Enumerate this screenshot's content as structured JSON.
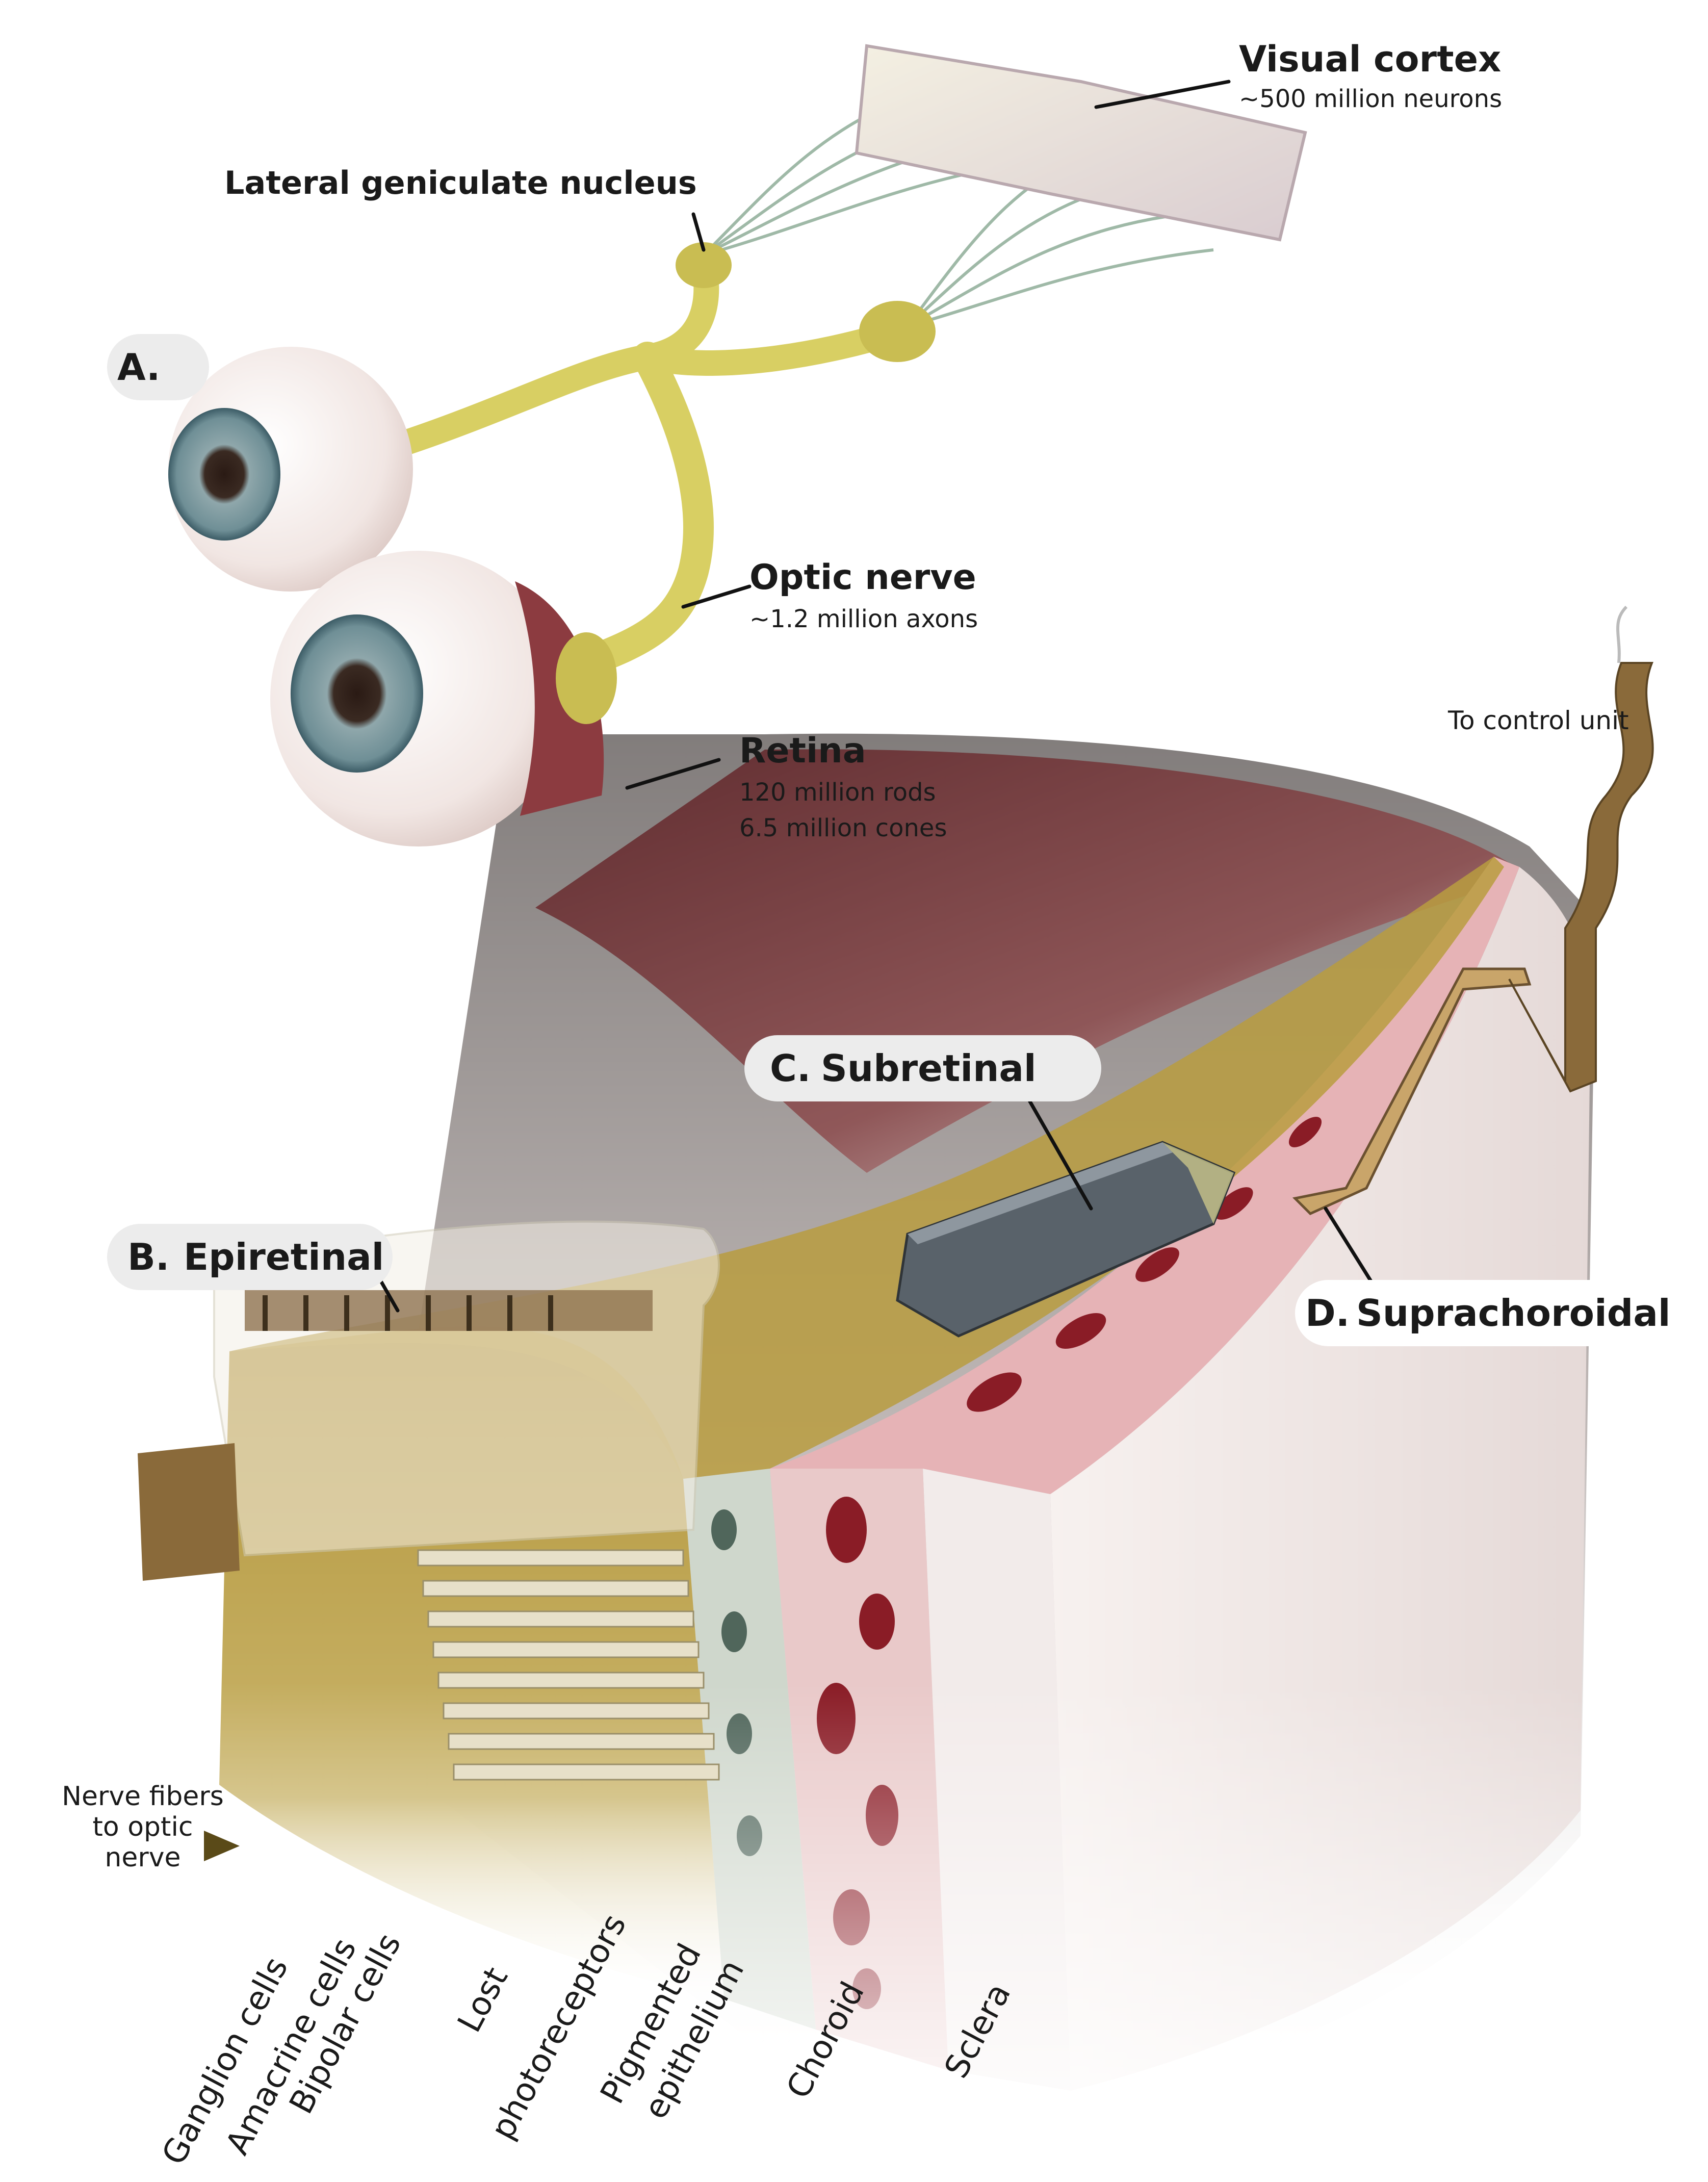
{
  "labels": {
    "visual_cortex": {
      "title": "Visual cortex",
      "detail": "~500 million neurons"
    },
    "lgn": {
      "title": "Lateral geniculate nucleus"
    },
    "optic_nerve": {
      "title": "Optic nerve",
      "detail": "~1.2 million axons"
    },
    "retina": {
      "title": "Retina",
      "detail1": "120 million rods",
      "detail2": "6.5 million cones"
    },
    "control_unit": "To control unit",
    "nerve_fibers": {
      "line1": "Nerve fibers",
      "line2": "to optic",
      "line3": "nerve"
    }
  },
  "panels": {
    "a": "A.",
    "b": {
      "letter": "B.",
      "name": "Epiretinal"
    },
    "c": {
      "letter": "C.",
      "name": "Subretinal"
    },
    "d": {
      "letter": "D.",
      "name": "Suprachoroidal"
    }
  },
  "layers": [
    {
      "line1": "Ganglion cells"
    },
    {
      "line1": "Amacrine cells"
    },
    {
      "line1": "Bipolar cells"
    },
    {
      "line1": "Lost",
      "line2": "photoreceptors"
    },
    {
      "line1": "Pigmented",
      "line2": "epithelium"
    },
    {
      "line1": "Choroid"
    },
    {
      "line1": "Sclera"
    }
  ],
  "colors": {
    "nerve": "#d8cf63",
    "retina_tissue": "#b69a3a",
    "choroid": "#8a1c26",
    "sclera": "#efe6e4",
    "implant": "#59626a",
    "cable": "#8a6a3a"
  }
}
